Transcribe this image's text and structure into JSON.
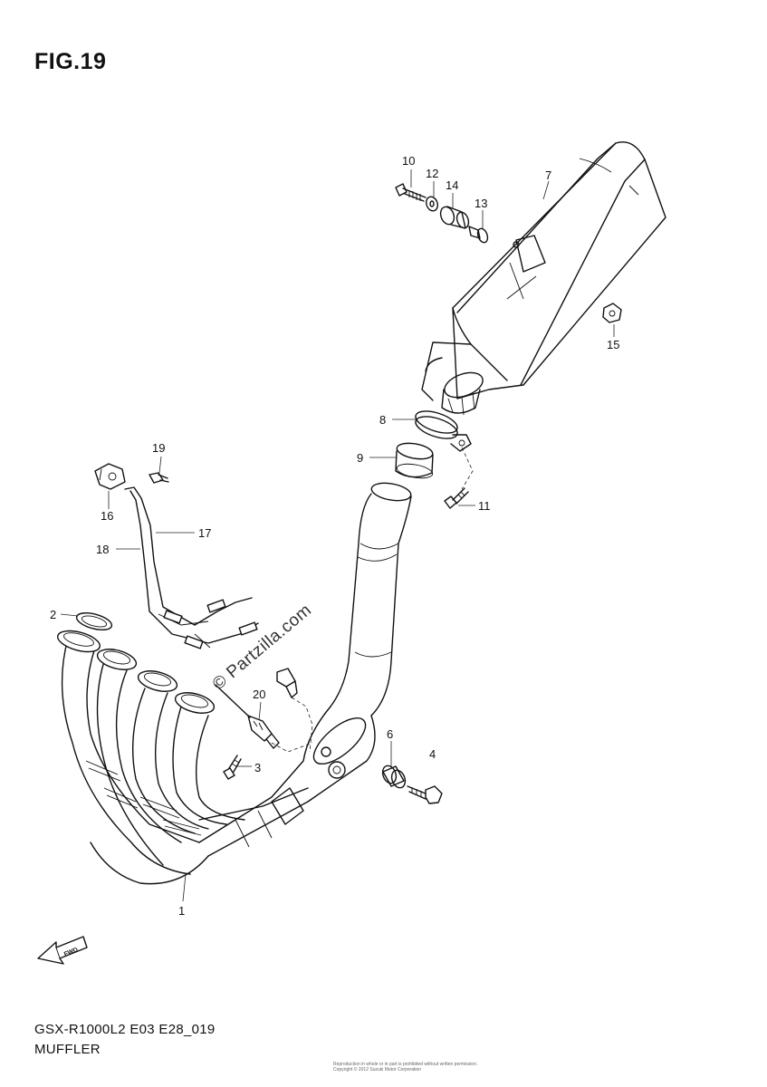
{
  "figure": {
    "title": "FIG.19",
    "code": "GSX-R1000L2 E03 E28_019",
    "name": "MUFFLER"
  },
  "watermark": "© Partzilla.com",
  "copyright": {
    "line1": "Reproduction in whole or in part is prohibited without written permission.",
    "line2": "Copyright © 2012 Suzuki Motor Corporation"
  },
  "callouts": [
    {
      "id": "1",
      "label": "1"
    },
    {
      "id": "2",
      "label": "2"
    },
    {
      "id": "3",
      "label": "3"
    },
    {
      "id": "4",
      "label": "4"
    },
    {
      "id": "6",
      "label": "6"
    },
    {
      "id": "7",
      "label": "7"
    },
    {
      "id": "8",
      "label": "8"
    },
    {
      "id": "9",
      "label": "9"
    },
    {
      "id": "10",
      "label": "10"
    },
    {
      "id": "11",
      "label": "11"
    },
    {
      "id": "12",
      "label": "12"
    },
    {
      "id": "13",
      "label": "13"
    },
    {
      "id": "14",
      "label": "14"
    },
    {
      "id": "15",
      "label": "15"
    },
    {
      "id": "16",
      "label": "16"
    },
    {
      "id": "17",
      "label": "17"
    },
    {
      "id": "18",
      "label": "18"
    },
    {
      "id": "19",
      "label": "19"
    },
    {
      "id": "20",
      "label": "20"
    }
  ],
  "fwd_arrow": {
    "label": "FWD",
    "icon": "fwd-arrow-icon"
  }
}
